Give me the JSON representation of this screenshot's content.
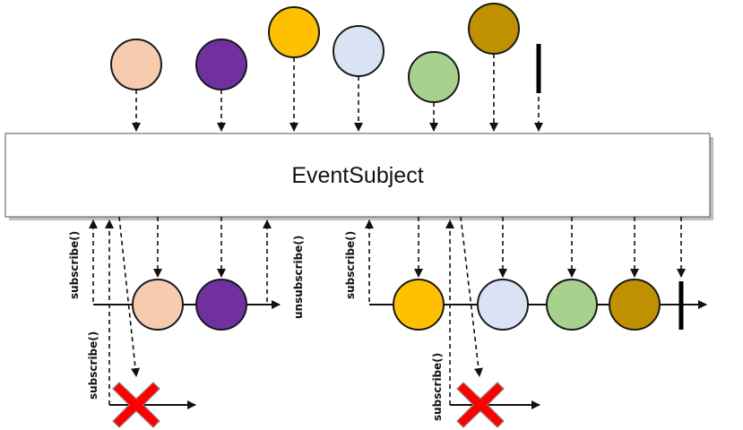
{
  "subject": {
    "label": "EventSubject"
  },
  "labels": {
    "subscribe": "subscribe()",
    "unsubscribe": "unsubscribe()"
  },
  "colors": {
    "peach": "#F7CBAE",
    "purple": "#7030A0",
    "gold": "#FFC000",
    "light_blue": "#DAE3F3",
    "light_green": "#A9D18E",
    "dark_gold": "#BF9000",
    "error_cross": "#FF0000",
    "stroke": "#1A1A1A"
  },
  "icons": {
    "completion": "vertical-bar-completion-icon",
    "error": "red-x-error-icon"
  }
}
